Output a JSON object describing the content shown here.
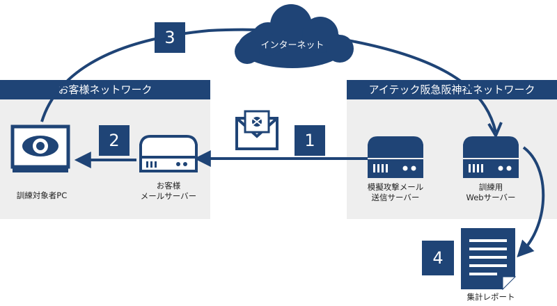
{
  "customer_network": {
    "title": "お客様ネットワーク",
    "pc_label": "訓練対象者PC",
    "mail_server_label_line1": "お客様",
    "mail_server_label_line2": "メールサーバー"
  },
  "itec_network": {
    "title": "アイテック阪急阪神社ネットワーク",
    "send_server_label_line1": "模擬攻撃メール",
    "send_server_label_line2": "送信サーバー",
    "web_server_label_line1": "訓練用",
    "web_server_label_line2": "Webサーバー"
  },
  "internet": {
    "label": "インターネット"
  },
  "report": {
    "label": "集計レポート"
  },
  "steps": [
    "1",
    "2",
    "3",
    "4"
  ],
  "colors": {
    "primary": "#1f4476",
    "zone_bg": "#eeeeee"
  },
  "icons": [
    "eye-icon",
    "server-icon",
    "malicious-mail-icon",
    "cloud-icon",
    "document-icon"
  ]
}
